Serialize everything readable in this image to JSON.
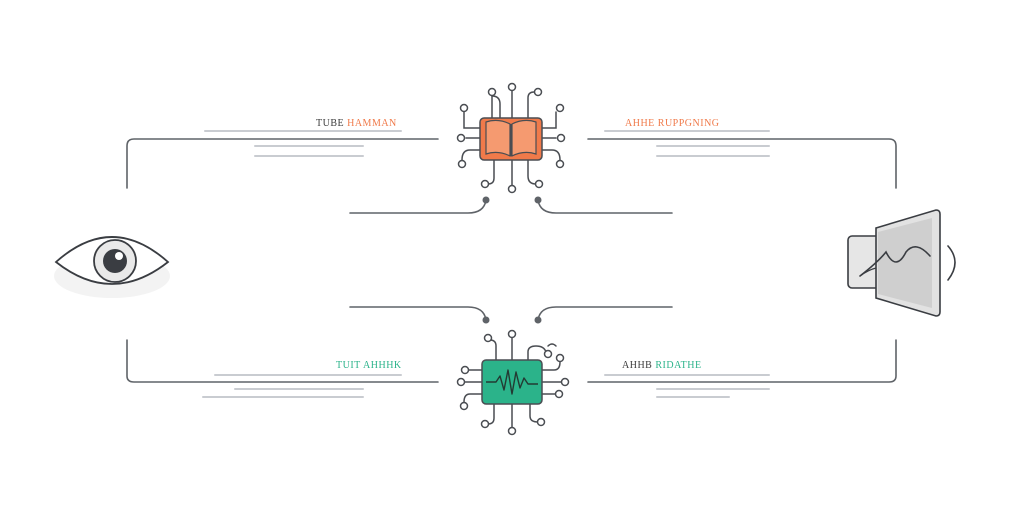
{
  "labels": {
    "top_left": {
      "part1": "TUBE",
      "part2": "HAMMAN"
    },
    "top_right": {
      "part1": "AHHE",
      "part2": "RUPPGNING"
    },
    "bottom_left": {
      "part1": "TUIT",
      "part2": "AHHHK"
    },
    "bottom_right": {
      "part1": "AHHB",
      "part2": "RIDATHE"
    }
  },
  "icons": {
    "left": "eye-icon",
    "right": "speaker-icon",
    "top_center": "book-chip-icon",
    "bottom_center": "waveform-chip-icon"
  },
  "colors": {
    "orange": "#f07a4a",
    "green": "#2bb38a",
    "line": "#5f6368",
    "dark_text": "#3c3c3c"
  }
}
